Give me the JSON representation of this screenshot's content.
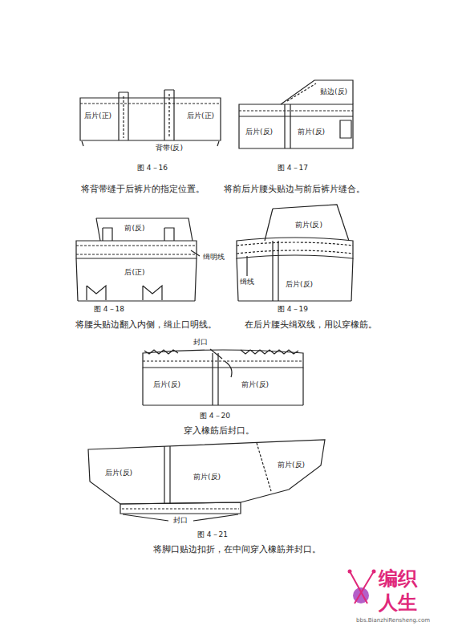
{
  "diagram": {
    "labels": [
      "后片(正)",
      "后片(正)",
      "背带(反)",
      "图 4－16",
      "将背带缝于后裤片的指定位置。",
      "贴边(反)",
      "后片(反)",
      "前片(反)",
      "图 4－17",
      "将前后片腰头贴边与前后裤片缝合。",
      "前(反)",
      "缉明线",
      "后(正)",
      "图 4－18",
      "将腰头贴边翻入内侧，缉止口明线。",
      "前片(反)",
      "缉线",
      "后片(反)",
      "图 4－19",
      "在后片腰头缉双线，用以穿橡筋。",
      "封口",
      "后片(反)",
      "前片(反)",
      "图 4－20",
      "穿入橡筋后封口。",
      "后片(反)",
      "前片(反)",
      "前片(反)",
      "封口",
      "图 4－21",
      "将脚口贴边扣折，在中间穿入橡筋并封口。",
      "编织",
      "人生",
      "bbs.BianzhiRensheng.com"
    ]
  }
}
